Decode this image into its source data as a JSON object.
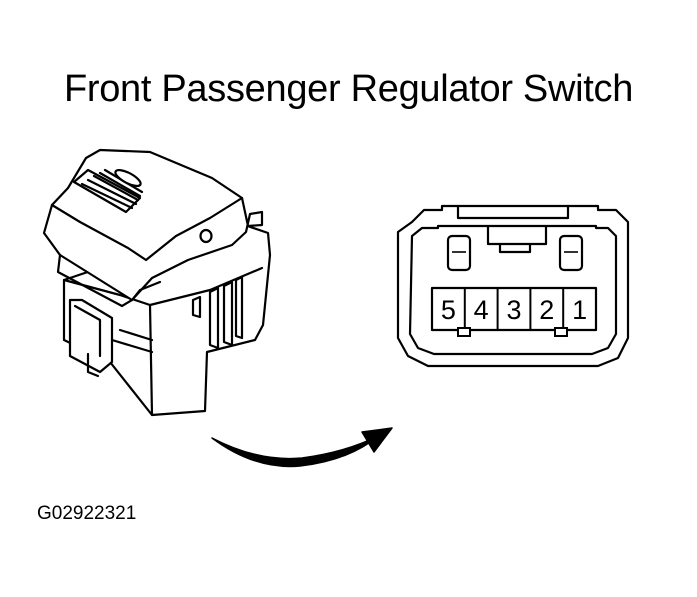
{
  "title": "Front Passenger Regulator Switch",
  "figure_id": "G02922321",
  "connector": {
    "pins": [
      "5",
      "4",
      "3",
      "2",
      "1"
    ]
  },
  "colors": {
    "ink": "#000000",
    "paper": "#ffffff"
  }
}
